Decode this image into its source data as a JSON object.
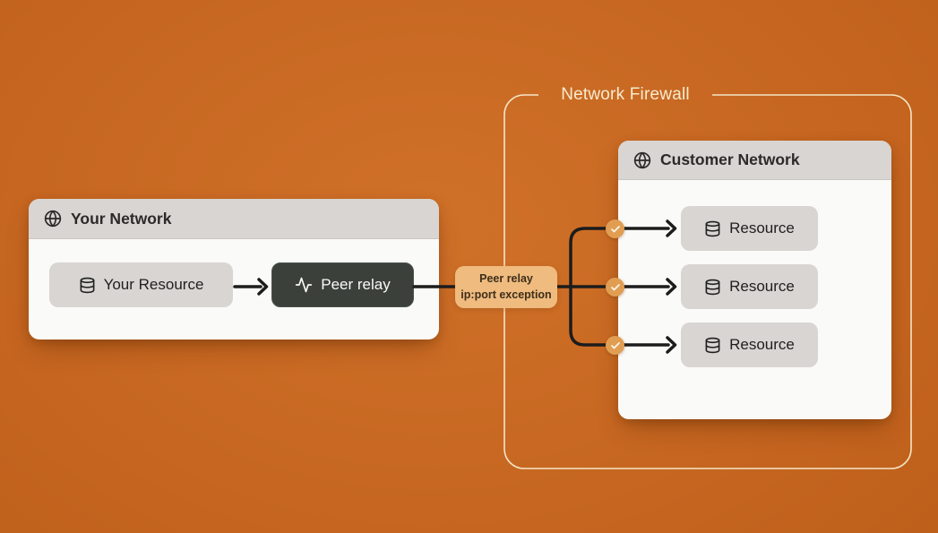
{
  "firewall": {
    "title": "Network Firewall",
    "border_color": "#f4e6c6",
    "title_color": "#f7ebcf"
  },
  "your_network": {
    "title": "Your Network",
    "resource": {
      "label": "Your Resource",
      "icon": "database-icon"
    },
    "relay": {
      "label": "Peer relay",
      "icon": "activity-icon",
      "bg_color": "#3b403b"
    }
  },
  "exception_label": {
    "line1": "Peer relay",
    "line2": "ip:port exception",
    "bg_color": "#efbb7e"
  },
  "customer_network": {
    "title": "Customer Network",
    "resources": [
      {
        "label": "Resource",
        "icon": "database-icon",
        "allowed": true
      },
      {
        "label": "Resource",
        "icon": "database-icon",
        "allowed": true
      },
      {
        "label": "Resource",
        "icon": "database-icon",
        "allowed": true
      }
    ]
  },
  "colors": {
    "background_center": "#d07129",
    "background_edge": "#a84f0e",
    "card_body": "#fafaf8",
    "card_header": "#d8d5d2",
    "connector_line": "#1c1c1c",
    "check_badge": "#e19e52"
  },
  "icons": {
    "header": "globe-icon",
    "badge": "check-icon"
  }
}
